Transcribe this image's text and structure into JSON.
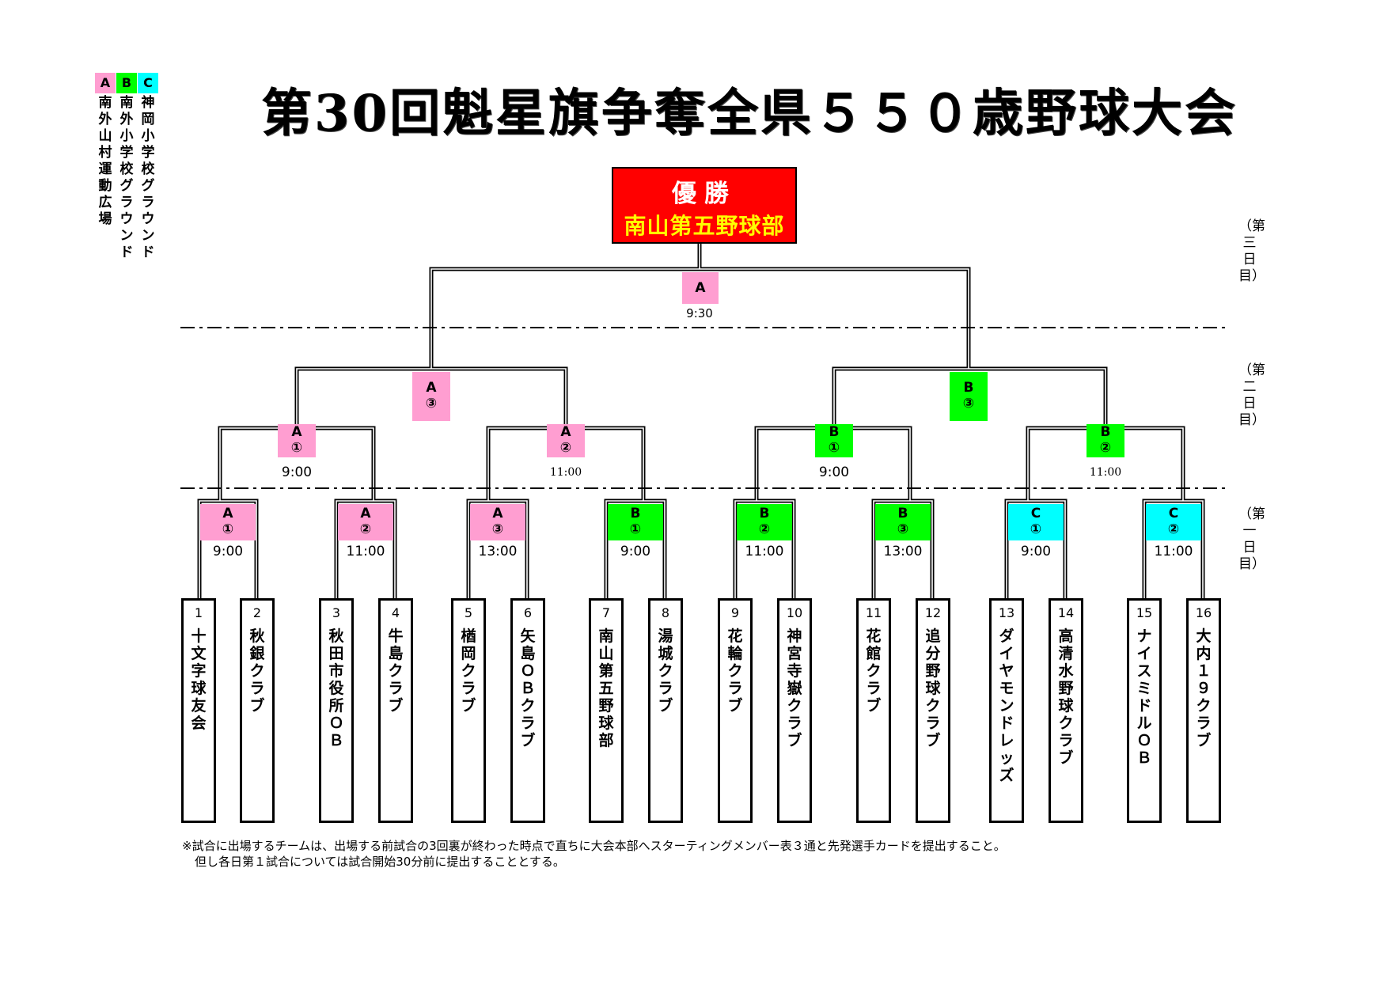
{
  "title": "第30回魁星旗争奪全県５５０歳野球大会",
  "legend": [
    {
      "code": "A",
      "venue": "南外山村運動広場",
      "color": "#ff9ed1"
    },
    {
      "code": "B",
      "venue": "南外小学校グラウンド",
      "color": "#00ff00"
    },
    {
      "code": "C",
      "venue": "神岡小学校グラウンド",
      "color": "#00ffff"
    }
  ],
  "winner": {
    "label": "優勝",
    "team": "南山第五野球部"
  },
  "days": [
    "（第三日目）",
    "（第二日目）",
    "（第一日目）"
  ],
  "final": {
    "venue": "A",
    "time": "9:30"
  },
  "day2": {
    "semis": [
      {
        "venue": "A",
        "num": "③"
      },
      {
        "venue": "B",
        "num": "③"
      }
    ],
    "quarters": [
      {
        "venue": "A",
        "num": "①",
        "time": "9:00"
      },
      {
        "venue": "A",
        "num": "②",
        "time": "11:00"
      },
      {
        "venue": "B",
        "num": "①",
        "time": "9:00"
      },
      {
        "venue": "B",
        "num": "②",
        "time": "11:00"
      }
    ]
  },
  "round1": [
    {
      "venue": "A",
      "num": "①",
      "time": "9:00"
    },
    {
      "venue": "A",
      "num": "②",
      "time": "11:00"
    },
    {
      "venue": "A",
      "num": "③",
      "time": "13:00"
    },
    {
      "venue": "B",
      "num": "①",
      "time": "9:00"
    },
    {
      "venue": "B",
      "num": "②",
      "time": "11:00"
    },
    {
      "venue": "B",
      "num": "③",
      "time": "13:00"
    },
    {
      "venue": "C",
      "num": "①",
      "time": "9:00"
    },
    {
      "venue": "C",
      "num": "②",
      "time": "11:00"
    }
  ],
  "teams": [
    {
      "seed": "1",
      "name": "十文字球友会"
    },
    {
      "seed": "2",
      "name": "秋銀クラブ"
    },
    {
      "seed": "3",
      "name": "秋田市役所ＯＢ"
    },
    {
      "seed": "4",
      "name": "牛島クラブ"
    },
    {
      "seed": "5",
      "name": "楢岡クラブ"
    },
    {
      "seed": "6",
      "name": "矢島ＯＢクラブ"
    },
    {
      "seed": "7",
      "name": "南山第五野球部"
    },
    {
      "seed": "8",
      "name": "湯城クラブ"
    },
    {
      "seed": "9",
      "name": "花輪クラブ"
    },
    {
      "seed": "10",
      "name": "神宮寺嶽クラブ"
    },
    {
      "seed": "11",
      "name": "花館クラブ"
    },
    {
      "seed": "12",
      "name": "追分野球クラブ"
    },
    {
      "seed": "13",
      "name": "ダイヤモンドレッズ"
    },
    {
      "seed": "14",
      "name": "高清水野球クラブ"
    },
    {
      "seed": "15",
      "name": "ナイスミドルＯＢ"
    },
    {
      "seed": "16",
      "name": "大内１９クラブ"
    }
  ],
  "note": [
    "※試合に出場するチームは、出場する前試合の3回裏が終わった時点で直ちに大会本部へスターティングメンバー表３通と先発選手カードを提出すること。",
    "但し各日第１試合については試合開始30分前に提出することとする。"
  ]
}
